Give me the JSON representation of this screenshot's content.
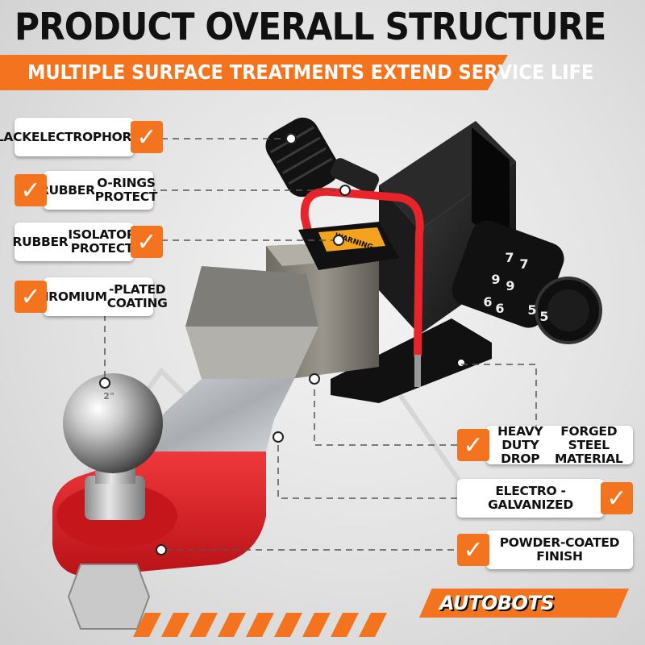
{
  "title": "PRODUCT OVERALL STRUCTURE",
  "subtitle": "MULTIPLE SURFACE TREATMENTS EXTEND SERVICE LIFE",
  "colors": {
    "accent": "#f4731f",
    "red_finish": "#e8232a",
    "dark": "#111111"
  },
  "labels": {
    "black_electrophoresis": [
      "BLACK",
      "ELECTROPHORESIS"
    ],
    "rubber_orings": [
      "RUBBER",
      "O-RINGS PROTECT"
    ],
    "rubber_isolator": [
      "RUBBER",
      "ISOLATOR PROTECT"
    ],
    "chromium": [
      "CHROMIUM",
      "-PLATED COATING"
    ],
    "heavy_duty": [
      "HEAVY DUTY DROP",
      "FORGED STEEL MATERIAL"
    ],
    "electro_galvanized": [
      "ELECTRO - GALVANIZED"
    ],
    "powder_coated": [
      "POWDER-COATED FINISH"
    ]
  },
  "product": {
    "warning_text": "WARNING",
    "ball_marking": "2\"",
    "lock_digits": [
      "7",
      "7",
      "9",
      "9",
      "6",
      "6",
      "5",
      "5"
    ]
  },
  "brand": "AUTOBOTS",
  "icons": {
    "check": "check-icon"
  }
}
